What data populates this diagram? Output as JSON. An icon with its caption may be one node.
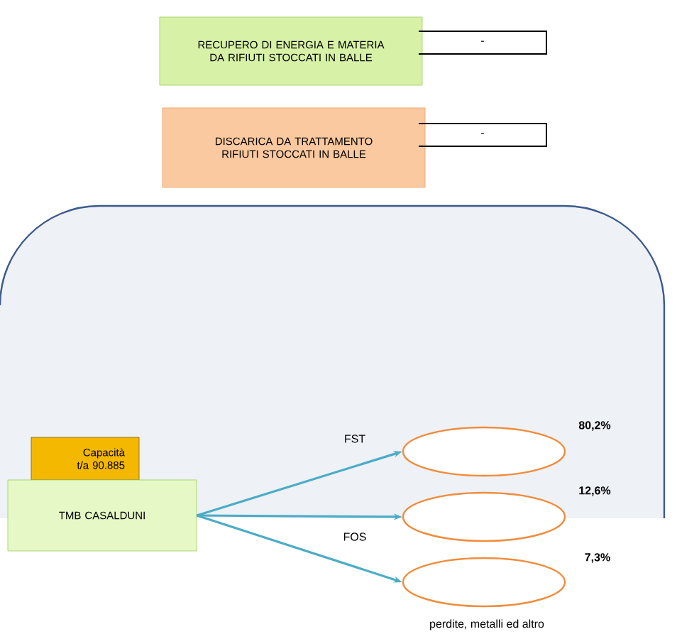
{
  "diagram": {
    "nodes": [
      {
        "text": [
          "RECUPERO DI ENERGIA E MATERIA DA RIFIUTI STOCCATI IN BALLE"
        ]
      },
      {
        "text": [
          "DISCARICA DA TRATTAMENTO RIFIUTI STOCCATI IN BALLE"
        ]
      },
      {
        "text": [
          "-"
        ]
      },
      {
        "text": [
          "-"
        ]
      },
      {
        "text": [
          "Capacità t/a 90.885"
        ]
      },
      {
        "text": [
          "TMB CASALDUNI"
        ]
      },
      {
        "text": [],
        "shape": "ellipse",
        "beside": [
          "80,2%"
        ]
      },
      {
        "text": [],
        "shape": "ellipse",
        "beside": [
          "12,6%"
        ]
      },
      {
        "text": [],
        "shape": "ellipse",
        "beside": [
          "7,3%",
          "perdite, metalli ed altro"
        ]
      }
    ],
    "edges": [
      {
        "from": 5,
        "to": 6,
        "arrow": "to",
        "label": "FST"
      },
      {
        "from": 5,
        "to": 7,
        "arrow": "to",
        "label": "FOS"
      },
      {
        "from": 5,
        "to": 8,
        "arrow": "to"
      }
    ]
  }
}
